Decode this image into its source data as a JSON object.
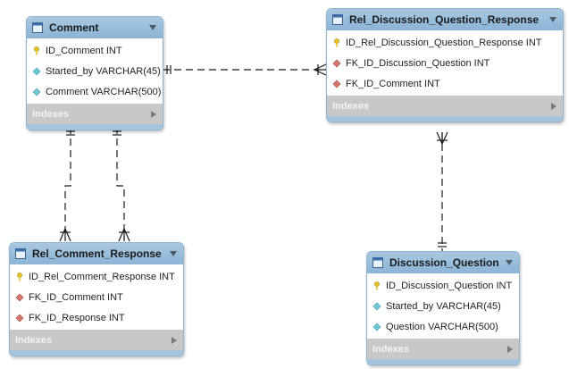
{
  "colors": {
    "header": "#9dc0dc",
    "border": "#8fb4cf",
    "indexes_bg": "#c8c8c8",
    "pk_key": "#e6c229",
    "fk_diamond": "#d9776f",
    "attr_diamond": "#6fc9d6",
    "line": "#1a1a1a"
  },
  "icons": {
    "table": "table-icon",
    "toggle": "triangle-down-icon",
    "expand": "triangle-right-icon",
    "primary_key": "key-icon",
    "foreign_key": "red-diamond-icon",
    "attribute": "cyan-diamond-icon"
  },
  "entities": {
    "comment": {
      "title": "Comment",
      "columns": [
        {
          "label": "ID_Comment INT",
          "kind": "pk"
        },
        {
          "label": "Started_by VARCHAR(45)",
          "kind": "attr"
        },
        {
          "label": "Comment VARCHAR(500)",
          "kind": "attr"
        }
      ],
      "indexes": "Indexes"
    },
    "rel_discussion_question_response": {
      "title": "Rel_Discussion_Question_Response",
      "columns": [
        {
          "label": "ID_Rel_Discussion_Question_Response INT",
          "kind": "pk"
        },
        {
          "label": "FK_ID_Discussion_Question INT",
          "kind": "fk"
        },
        {
          "label": "FK_ID_Comment INT",
          "kind": "fk"
        }
      ],
      "indexes": "Indexes"
    },
    "rel_comment_response": {
      "title": "Rel_Comment_Response",
      "columns": [
        {
          "label": "ID_Rel_Comment_Response INT",
          "kind": "pk"
        },
        {
          "label": "FK_ID_Comment INT",
          "kind": "fk"
        },
        {
          "label": "FK_ID_Response INT",
          "kind": "fk"
        }
      ],
      "indexes": "Indexes"
    },
    "discussion_question": {
      "title": "Discussion_Question",
      "columns": [
        {
          "label": "ID_Discussion_Question INT",
          "kind": "pk"
        },
        {
          "label": "Started_by VARCHAR(45)",
          "kind": "attr"
        },
        {
          "label": "Question VARCHAR(500)",
          "kind": "attr"
        }
      ],
      "indexes": "Indexes"
    }
  },
  "relationships": [
    {
      "from": "Comment",
      "to": "Rel_Discussion_Question_Response",
      "cardinality": "one-to-many"
    },
    {
      "from": "Comment",
      "to": "Rel_Comment_Response",
      "cardinality": "one-to-many"
    },
    {
      "from": "Comment",
      "to": "Rel_Comment_Response",
      "cardinality": "one-to-many"
    },
    {
      "from": "Discussion_Question",
      "to": "Rel_Discussion_Question_Response",
      "cardinality": "one-to-many"
    }
  ]
}
